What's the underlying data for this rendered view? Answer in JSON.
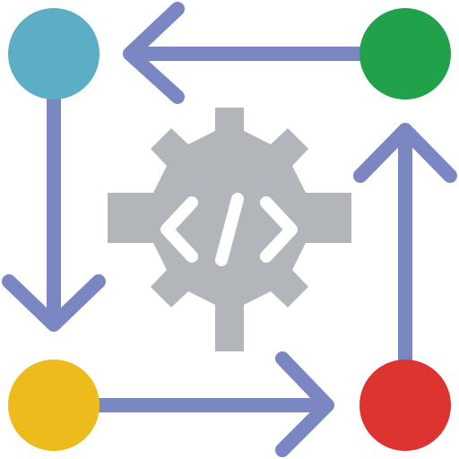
{
  "icon": {
    "name": "code-cycle-gear-icon",
    "colors": {
      "arrow": "#7B87C2",
      "gear": "#B2B6BA",
      "code_symbol": "#FFFFFF",
      "node_top_left": "#5BAEC4",
      "node_top_right": "#21A14A",
      "node_bottom_left": "#EDBB1B",
      "node_bottom_right": "#DE3431"
    },
    "nodes": [
      {
        "name": "node-top-left",
        "color_key": "node_top_left"
      },
      {
        "name": "node-top-right",
        "color_key": "node_top_right"
      },
      {
        "name": "node-bottom-left",
        "color_key": "node_bottom_left"
      },
      {
        "name": "node-bottom-right",
        "color_key": "node_bottom_right"
      }
    ],
    "center_symbol": "code-brackets"
  }
}
